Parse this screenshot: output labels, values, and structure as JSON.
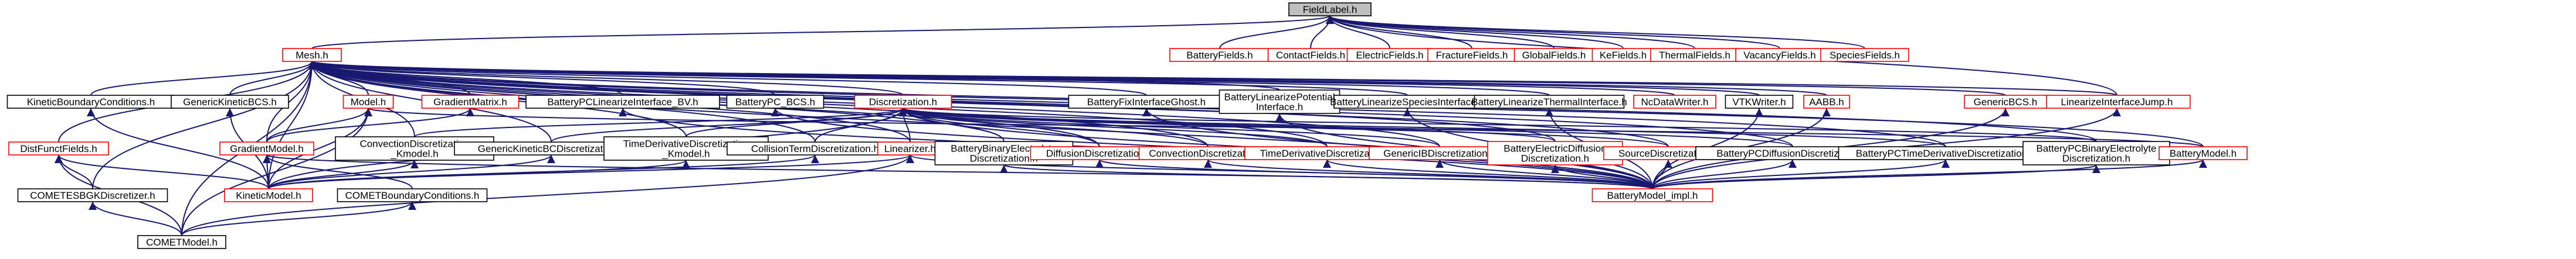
{
  "root": "FieldLabel.h",
  "nodes": {
    "FieldLabel": {
      "label": "FieldLabel.h",
      "color": "gray",
      "link": false
    },
    "Mesh": {
      "label": "Mesh.h",
      "color": "red"
    },
    "BatteryFields": {
      "label": "BatteryFields.h",
      "color": "red"
    },
    "ContactFields": {
      "label": "ContactFields.h",
      "color": "red"
    },
    "ElectricFields": {
      "label": "ElectricFields.h",
      "color": "red"
    },
    "FractureFields": {
      "label": "FractureFields.h",
      "color": "red"
    },
    "GlobalFields": {
      "label": "GlobalFields.h",
      "color": "red"
    },
    "KeFields": {
      "label": "KeFields.h",
      "color": "red"
    },
    "ThermalFields": {
      "label": "ThermalFields.h",
      "color": "red"
    },
    "VacancyFields": {
      "label": "VacancyFields.h",
      "color": "red"
    },
    "SpeciesFields": {
      "label": "SpeciesFields.h",
      "color": "red"
    },
    "LinearizeInterfaceJump": {
      "label": "LinearizeInterfaceJump.h",
      "color": "red"
    },
    "KineticBoundaryConditions": {
      "label": "KineticBoundaryConditions.h",
      "color": "black"
    },
    "GenericKineticBCS": {
      "label": "GenericKineticBCS.h",
      "color": "black"
    },
    "Model": {
      "label": "Model.h",
      "color": "red"
    },
    "GradientMatrix": {
      "label": "GradientMatrix.h",
      "color": "red"
    },
    "BatteryPCLinearizeInterface_BV": {
      "label": "BatteryPCLinearizeInterface_BV.h",
      "color": "black"
    },
    "BatteryPC_BCS": {
      "label": "BatteryPC_BCS.h",
      "color": "black"
    },
    "Discretization": {
      "label": "Discretization.h",
      "color": "red"
    },
    "BatteryFixInterfaceGhost": {
      "label": "BatteryFixInterfaceGhost.h",
      "color": "black"
    },
    "BatteryLinearizePotentialInterface": {
      "label": [
        "BatteryLinearizePotential",
        "Interface.h"
      ],
      "color": "black"
    },
    "BatteryLinearizeSpeciesInterface": {
      "label": "BatteryLinearizeSpeciesInterface.h",
      "color": "black"
    },
    "BatteryLinearizeThermalInterface": {
      "label": "BatteryLinearizeThermalInterface.h",
      "color": "black"
    },
    "NcDataWriter": {
      "label": "NcDataWriter.h",
      "color": "red"
    },
    "VTKWriter": {
      "label": "VTKWriter.h",
      "color": "black"
    },
    "AABB": {
      "label": "AABB.h",
      "color": "red"
    },
    "GenericBCS": {
      "label": "GenericBCS.h",
      "color": "red"
    },
    "DistFunctFields": {
      "label": "DistFunctFields.h",
      "color": "red"
    },
    "GradientModel": {
      "label": "GradientModel.h",
      "color": "red"
    },
    "ConvectionDiscretization_Kmodel": {
      "label": [
        "ConvectionDiscretization",
        "_Kmodel.h"
      ],
      "color": "black"
    },
    "GenericKineticBCDiscretization": {
      "label": "GenericKineticBCDiscretization.h",
      "color": "black"
    },
    "TimeDerivativeDiscretization_Kmodel": {
      "label": [
        "TimeDerivativeDiscretization",
        "_Kmodel.h"
      ],
      "color": "black"
    },
    "CollisionTermDiscretization": {
      "label": "CollisionTermDiscretization.h",
      "color": "black"
    },
    "Linearizer": {
      "label": "Linearizer.h",
      "color": "red"
    },
    "BatteryBinaryElectrolyteDiscretization": {
      "label": [
        "BatteryBinaryElectrolyte",
        "Discretization.h"
      ],
      "color": "black"
    },
    "DiffusionDiscretization": {
      "label": "DiffusionDiscretization.h",
      "color": "red"
    },
    "ConvectionDiscretization": {
      "label": "ConvectionDiscretization.h",
      "color": "red"
    },
    "TimeDerivativeDiscretization": {
      "label": "TimeDerivativeDiscretization.h",
      "color": "red"
    },
    "GenericIBDiscretization": {
      "label": "GenericIBDiscretization.h",
      "color": "red"
    },
    "BatteryElectricDiffusionDiscretization": {
      "label": [
        "BatteryElectricDiffusion",
        "Discretization.h"
      ],
      "color": "red"
    },
    "SourceDiscretization": {
      "label": "SourceDiscretization.h",
      "color": "red"
    },
    "BatteryPCDiffusionDiscretization": {
      "label": "BatteryPCDiffusionDiscretization.h",
      "color": "black"
    },
    "BatteryPCTimeDerivativeDiscretization": {
      "label": "BatteryPCTimeDerivativeDiscretization.h",
      "color": "black"
    },
    "BatteryPCBinaryElectrolyteDiscretization": {
      "label": [
        "BatteryPCBinaryElectrolyte",
        "Discretization.h"
      ],
      "color": "black"
    },
    "BatteryModel": {
      "label": "BatteryModel.h",
      "color": "red"
    },
    "COMETESBGKDiscretizer": {
      "label": "COMETESBGKDiscretizer.h",
      "color": "black"
    },
    "KineticModel": {
      "label": "KineticModel.h",
      "color": "red"
    },
    "COMETBoundaryConditions": {
      "label": "COMETBoundaryConditions.h",
      "color": "black"
    },
    "BatteryModel_impl": {
      "label": "BatteryModel_impl.h",
      "color": "red"
    },
    "COMETModel": {
      "label": "COMETModel.h",
      "color": "black"
    }
  },
  "edges": [
    [
      "FieldLabel",
      "Mesh"
    ],
    [
      "FieldLabel",
      "BatteryFields"
    ],
    [
      "FieldLabel",
      "ContactFields"
    ],
    [
      "FieldLabel",
      "ElectricFields"
    ],
    [
      "FieldLabel",
      "FractureFields"
    ],
    [
      "FieldLabel",
      "GlobalFields"
    ],
    [
      "FieldLabel",
      "KeFields"
    ],
    [
      "FieldLabel",
      "ThermalFields"
    ],
    [
      "FieldLabel",
      "VacancyFields"
    ],
    [
      "FieldLabel",
      "SpeciesFields"
    ],
    [
      "FieldLabel",
      "LinearizeInterfaceJump"
    ],
    [
      "Mesh",
      "KineticBoundaryConditions"
    ],
    [
      "Mesh",
      "GenericKineticBCS"
    ],
    [
      "Mesh",
      "Model"
    ],
    [
      "Mesh",
      "GradientMatrix"
    ],
    [
      "Mesh",
      "BatteryPCLinearizeInterface_BV"
    ],
    [
      "Mesh",
      "BatteryPC_BCS"
    ],
    [
      "Mesh",
      "Discretization"
    ],
    [
      "Mesh",
      "BatteryFixInterfaceGhost"
    ],
    [
      "Mesh",
      "BatteryLinearizePotentialInterface"
    ],
    [
      "Mesh",
      "BatteryLinearizeSpeciesInterface"
    ],
    [
      "Mesh",
      "BatteryLinearizeThermalInterface"
    ],
    [
      "Mesh",
      "NcDataWriter"
    ],
    [
      "Mesh",
      "VTKWriter"
    ],
    [
      "Mesh",
      "AABB"
    ],
    [
      "Mesh",
      "GenericBCS"
    ],
    [
      "Mesh",
      "DistFunctFields"
    ],
    [
      "Mesh",
      "GradientModel"
    ],
    [
      "Mesh",
      "ConvectionDiscretization_Kmodel"
    ],
    [
      "Mesh",
      "GenericKineticBCDiscretization"
    ],
    [
      "Mesh",
      "TimeDerivativeDiscretization_Kmodel"
    ],
    [
      "Mesh",
      "CollisionTermDiscretization"
    ],
    [
      "Mesh",
      "Linearizer"
    ],
    [
      "Mesh",
      "BatteryBinaryElectrolyteDiscretization"
    ],
    [
      "Mesh",
      "DiffusionDiscretization"
    ],
    [
      "Mesh",
      "ConvectionDiscretization"
    ],
    [
      "Mesh",
      "TimeDerivativeDiscretization"
    ],
    [
      "Mesh",
      "GenericIBDiscretization"
    ],
    [
      "Mesh",
      "BatteryElectricDiffusionDiscretization"
    ],
    [
      "Mesh",
      "SourceDiscretization"
    ],
    [
      "Mesh",
      "BatteryPCDiffusionDiscretization"
    ],
    [
      "Mesh",
      "BatteryPCTimeDerivativeDiscretization"
    ],
    [
      "Mesh",
      "BatteryPCBinaryElectrolyteDiscretization"
    ],
    [
      "Mesh",
      "BatteryModel"
    ],
    [
      "Mesh",
      "KineticModel"
    ],
    [
      "Mesh",
      "COMETESBGKDiscretizer"
    ],
    [
      "Mesh",
      "COMETModel"
    ],
    [
      "Mesh",
      "BatteryModel_impl"
    ],
    [
      "Mesh",
      "LinearizeInterfaceJump"
    ],
    [
      "Model",
      "GradientModel"
    ],
    [
      "Model",
      "KineticModel"
    ],
    [
      "Model",
      "COMETModel"
    ],
    [
      "Model",
      "BatteryModel"
    ],
    [
      "GradientMatrix",
      "GradientModel"
    ],
    [
      "Discretization",
      "ConvectionDiscretization_Kmodel"
    ],
    [
      "Discretization",
      "GenericKineticBCDiscretization"
    ],
    [
      "Discretization",
      "TimeDerivativeDiscretization_Kmodel"
    ],
    [
      "Discretization",
      "CollisionTermDiscretization"
    ],
    [
      "Discretization",
      "Linearizer"
    ],
    [
      "Discretization",
      "BatteryBinaryElectrolyteDiscretization"
    ],
    [
      "Discretization",
      "DiffusionDiscretization"
    ],
    [
      "Discretization",
      "ConvectionDiscretization"
    ],
    [
      "Discretization",
      "TimeDerivativeDiscretization"
    ],
    [
      "Discretization",
      "GenericIBDiscretization"
    ],
    [
      "Discretization",
      "BatteryElectricDiffusionDiscretization"
    ],
    [
      "Discretization",
      "SourceDiscretization"
    ],
    [
      "Discretization",
      "BatteryPCDiffusionDiscretization"
    ],
    [
      "Discretization",
      "BatteryPCTimeDerivativeDiscretization"
    ],
    [
      "Discretization",
      "BatteryPCBinaryElectrolyteDiscretization"
    ],
    [
      "Discretization",
      "BatteryModel_impl"
    ],
    [
      "Discretization",
      "KineticModel"
    ],
    [
      "GradientModel",
      "KineticModel"
    ],
    [
      "GradientModel",
      "COMETBoundaryConditions"
    ],
    [
      "GradientModel",
      "BatteryModel_impl"
    ],
    [
      "KineticBoundaryConditions",
      "KineticModel"
    ],
    [
      "GenericKineticBCS",
      "KineticModel"
    ],
    [
      "DistFunctFields",
      "COMETESBGKDiscretizer"
    ],
    [
      "DistFunctFields",
      "KineticModel"
    ],
    [
      "DistFunctFields",
      "COMETModel"
    ],
    [
      "COMETESBGKDiscretizer",
      "COMETModel"
    ],
    [
      "COMETBoundaryConditions",
      "COMETModel"
    ],
    [
      "ConvectionDiscretization_Kmodel",
      "KineticModel"
    ],
    [
      "GenericKineticBCDiscretization",
      "KineticModel"
    ],
    [
      "TimeDerivativeDiscretization_Kmodel",
      "KineticModel"
    ],
    [
      "CollisionTermDiscretization",
      "KineticModel"
    ],
    [
      "Linearizer",
      "KineticModel"
    ],
    [
      "Linearizer",
      "COMETModel"
    ],
    [
      "Linearizer",
      "BatteryModel_impl"
    ],
    [
      "BatteryPCLinearizeInterface_BV",
      "BatteryModel_impl"
    ],
    [
      "BatteryPC_BCS",
      "BatteryModel_impl"
    ],
    [
      "BatteryFixInterfaceGhost",
      "BatteryModel_impl"
    ],
    [
      "BatteryLinearizePotentialInterface",
      "BatteryModel_impl"
    ],
    [
      "BatteryLinearizeSpeciesInterface",
      "BatteryModel_impl"
    ],
    [
      "BatteryLinearizeThermalInterface",
      "BatteryModel_impl"
    ],
    [
      "BatteryBinaryElectrolyteDiscretization",
      "BatteryModel_impl"
    ],
    [
      "DiffusionDiscretization",
      "BatteryModel_impl"
    ],
    [
      "ConvectionDiscretization",
      "BatteryModel_impl"
    ],
    [
      "TimeDerivativeDiscretization",
      "BatteryModel_impl"
    ],
    [
      "GenericIBDiscretization",
      "BatteryModel_impl"
    ],
    [
      "BatteryElectricDiffusionDiscretization",
      "BatteryModel_impl"
    ],
    [
      "SourceDiscretization",
      "BatteryModel_impl"
    ],
    [
      "BatteryPCDiffusionDiscretization",
      "BatteryModel_impl"
    ],
    [
      "BatteryPCTimeDerivativeDiscretization",
      "BatteryModel_impl"
    ],
    [
      "BatteryPCBinaryElectrolyteDiscretization",
      "BatteryModel_impl"
    ],
    [
      "GenericBCS",
      "BatteryModel_impl"
    ],
    [
      "LinearizeInterfaceJump",
      "BatteryModel_impl"
    ],
    [
      "AABB",
      "BatteryModel_impl"
    ],
    [
      "VTKWriter",
      "BatteryModel_impl"
    ],
    [
      "BatteryModel",
      "BatteryModel_impl"
    ]
  ]
}
